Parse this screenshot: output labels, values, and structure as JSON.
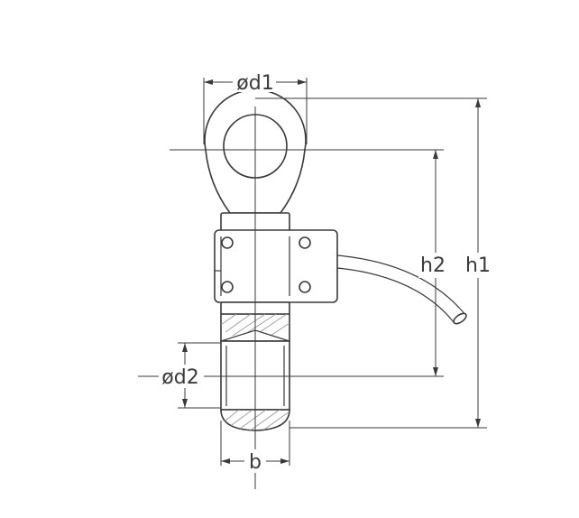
{
  "drawing": {
    "labels": {
      "d1": "ød1",
      "d2": "ød2",
      "h1": "h1",
      "h2": "h2",
      "b": "b"
    },
    "line_color": "#3a3a3a",
    "hatch_color": "#9a9a9a",
    "background": "#ffffff"
  }
}
